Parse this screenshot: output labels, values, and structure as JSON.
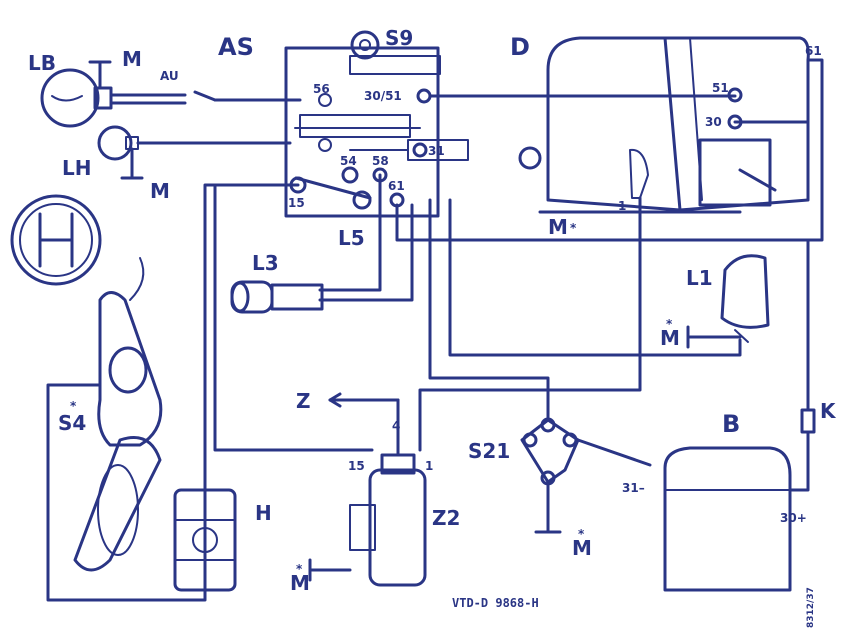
{
  "labels": {
    "as": "AS",
    "s9": "S9",
    "d": "D",
    "lb": "LB",
    "m_top": "M",
    "au": "AU",
    "lh": "LH",
    "m_lh": "M",
    "l5": "L5",
    "l3": "L3",
    "l1": "L1",
    "m_l1": "M",
    "star_l1": "*",
    "s4": "S4",
    "star_s4": "*",
    "h": "H",
    "z": "Z",
    "z2": "Z2",
    "m_z2": "M",
    "star_z2": "*",
    "s21": "S21",
    "m_s21": "M",
    "star_s21": "*",
    "b": "B",
    "k": "K",
    "m_d": "M",
    "star_d": "*",
    "ref": "VTD-D 9868-H",
    "vref": "8312/37"
  },
  "terminals": {
    "t56": "56",
    "t3051": "30/51",
    "t31": "31",
    "t54": "54",
    "t58": "58",
    "t61": "61",
    "t15": "15",
    "d51": "51",
    "d30": "30",
    "d61": "61",
    "d1": "1",
    "z15": "15",
    "z4": "4",
    "z1": "1",
    "b31": "31–",
    "b30": "30+"
  },
  "colors": {
    "ink": "#2a3585",
    "background": "#ffffff"
  },
  "icons": [
    "bosch-logo-icon",
    "ground-symbol-icon",
    "bulb-icon",
    "fuse-icon",
    "spark-plug-icon"
  ]
}
